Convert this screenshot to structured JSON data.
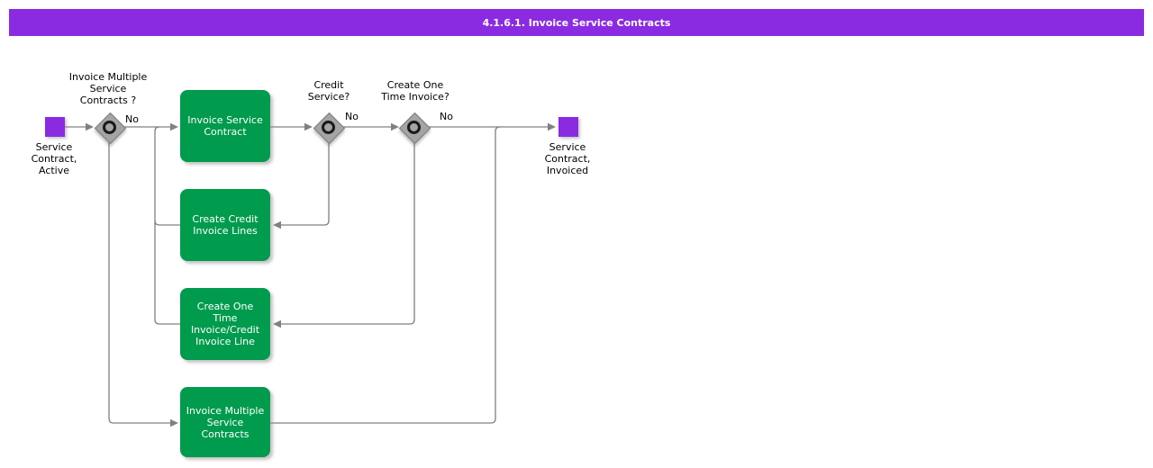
{
  "title_bar": {
    "title": "4.1.6.1. Invoice Service Contracts"
  },
  "colors": {
    "title_purple": "#8A2BE2",
    "event_purple": "#8A2BE2",
    "activity_green": "#009B4D",
    "gateway_gray": "#A4A4A4",
    "line_gray": "#808080"
  },
  "events": {
    "start": {
      "label": "Service\nContract,\nActive"
    },
    "end": {
      "label": "Service\nContract,\nInvoiced"
    }
  },
  "gateways": [
    {
      "question": "Invoice Multiple\nService\nContracts ?",
      "branch_label": "No"
    },
    {
      "question": "Credit\nService?",
      "branch_label": "No"
    },
    {
      "question": "Create One\nTime Invoice?",
      "branch_label": "No"
    }
  ],
  "activities": [
    {
      "label": "Invoice Service\nContract"
    },
    {
      "label": "Create Credit\nInvoice Lines"
    },
    {
      "label": "Create One\nTime\nInvoice/Credit\nInvoice Line"
    },
    {
      "label": "Invoice Multiple\nService\nContracts"
    }
  ]
}
